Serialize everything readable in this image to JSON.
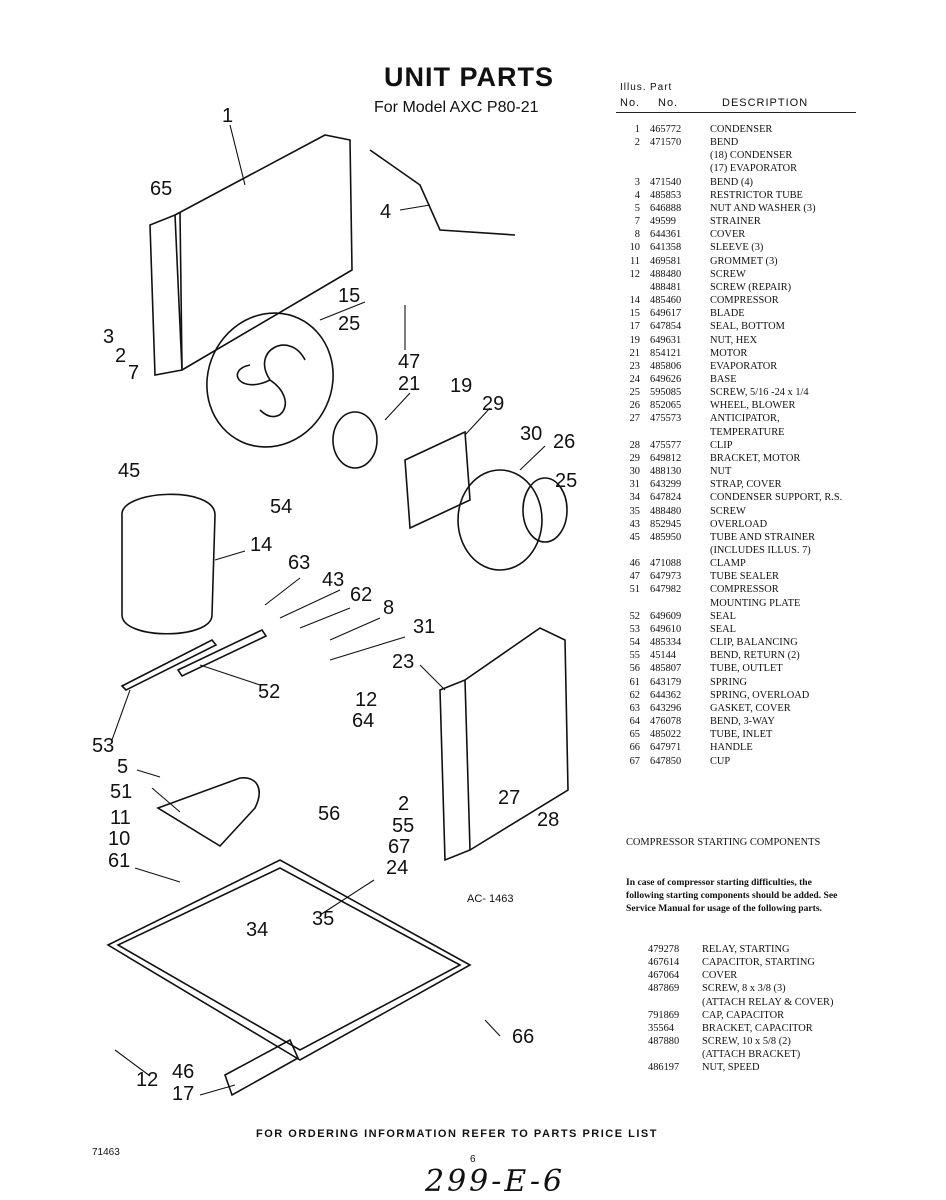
{
  "header": {
    "title": "UNIT PARTS",
    "subtitle": "For Model AXC P80-21",
    "col1": "Illus.",
    "col1b": "No.",
    "col2": "Part",
    "col2b": "No.",
    "col3": "DESCRIPTION"
  },
  "parts": [
    {
      "illus": "1",
      "part": "465772",
      "desc": "CONDENSER"
    },
    {
      "illus": "2",
      "part": "471570",
      "desc": "BEND"
    },
    {
      "illus": "",
      "part": "",
      "desc": "(18) CONDENSER"
    },
    {
      "illus": "",
      "part": "",
      "desc": "(17) EVAPORATOR"
    },
    {
      "illus": "3",
      "part": "471540",
      "desc": "BEND (4)"
    },
    {
      "illus": "4",
      "part": "485853",
      "desc": "RESTRICTOR TUBE"
    },
    {
      "illus": "5",
      "part": "646888",
      "desc": "NUT AND WASHER (3)"
    },
    {
      "illus": "7",
      "part": "49599",
      "desc": "STRAINER"
    },
    {
      "illus": "8",
      "part": "644361",
      "desc": "COVER"
    },
    {
      "illus": "10",
      "part": "641358",
      "desc": "SLEEVE (3)"
    },
    {
      "illus": "11",
      "part": "469581",
      "desc": "GROMMET (3)"
    },
    {
      "illus": "12",
      "part": "488480",
      "desc": "SCREW"
    },
    {
      "illus": "",
      "part": "488481",
      "desc": "SCREW (REPAIR)"
    },
    {
      "illus": "14",
      "part": "485460",
      "desc": "COMPRESSOR"
    },
    {
      "illus": "15",
      "part": "649617",
      "desc": "BLADE"
    },
    {
      "illus": "17",
      "part": "647854",
      "desc": "SEAL, BOTTOM"
    },
    {
      "illus": "19",
      "part": "649631",
      "desc": "NUT, HEX"
    },
    {
      "illus": "21",
      "part": "854121",
      "desc": "MOTOR"
    },
    {
      "illus": "23",
      "part": "485806",
      "desc": "EVAPORATOR"
    },
    {
      "illus": "24",
      "part": "649626",
      "desc": "BASE"
    },
    {
      "illus": "25",
      "part": "595085",
      "desc": "SCREW, 5/16 -24 x 1/4"
    },
    {
      "illus": "26",
      "part": "852065",
      "desc": "WHEEL, BLOWER"
    },
    {
      "illus": "27",
      "part": "475573",
      "desc": "ANTICIPATOR,"
    },
    {
      "illus": "",
      "part": "",
      "desc": "TEMPERATURE"
    },
    {
      "illus": "28",
      "part": "475577",
      "desc": "CLIP"
    },
    {
      "illus": "29",
      "part": "649812",
      "desc": "BRACKET, MOTOR"
    },
    {
      "illus": "30",
      "part": "488130",
      "desc": "NUT"
    },
    {
      "illus": "31",
      "part": "643299",
      "desc": "STRAP, COVER"
    },
    {
      "illus": "34",
      "part": "647824",
      "desc": "CONDENSER SUPPORT, R.S."
    },
    {
      "illus": "35",
      "part": "488480",
      "desc": "SCREW"
    },
    {
      "illus": "43",
      "part": "852945",
      "desc": "OVERLOAD"
    },
    {
      "illus": "45",
      "part": "485950",
      "desc": "TUBE AND STRAINER"
    },
    {
      "illus": "",
      "part": "",
      "desc": "(INCLUDES ILLUS. 7)"
    },
    {
      "illus": "46",
      "part": "471088",
      "desc": "CLAMP"
    },
    {
      "illus": "47",
      "part": "647973",
      "desc": "TUBE SEALER"
    },
    {
      "illus": "51",
      "part": "647982",
      "desc": "COMPRESSOR"
    },
    {
      "illus": "",
      "part": "",
      "desc": "MOUNTING PLATE"
    },
    {
      "illus": "52",
      "part": "649609",
      "desc": "SEAL"
    },
    {
      "illus": "53",
      "part": "649610",
      "desc": "SEAL"
    },
    {
      "illus": "54",
      "part": "485334",
      "desc": "CLIP, BALANCING"
    },
    {
      "illus": "55",
      "part": "45144",
      "desc": "BEND, RETURN (2)"
    },
    {
      "illus": "56",
      "part": "485807",
      "desc": "TUBE, OUTLET"
    },
    {
      "illus": "61",
      "part": "643179",
      "desc": "SPRING"
    },
    {
      "illus": "62",
      "part": "644362",
      "desc": "SPRING, OVERLOAD"
    },
    {
      "illus": "63",
      "part": "643296",
      "desc": "GASKET, COVER"
    },
    {
      "illus": "64",
      "part": "476078",
      "desc": "BEND, 3-WAY"
    },
    {
      "illus": "65",
      "part": "485022",
      "desc": "TUBE, INLET"
    },
    {
      "illus": "66",
      "part": "647971",
      "desc": "HANDLE"
    },
    {
      "illus": "67",
      "part": "647850",
      "desc": "CUP"
    }
  ],
  "compressor_starting": {
    "heading": "COMPRESSOR STARTING COMPONENTS",
    "note": "In case of compressor starting difficulties, the following starting components should be added. See Service Manual for usage of the following parts.",
    "items": [
      {
        "part": "479278",
        "desc": "RELAY, STARTING"
      },
      {
        "part": "467614",
        "desc": "CAPACITOR, STARTING"
      },
      {
        "part": "467064",
        "desc": "COVER"
      },
      {
        "part": "487869",
        "desc": "SCREW, 8 x 3/8 (3)"
      },
      {
        "part": "",
        "desc": "(ATTACH RELAY & COVER)"
      },
      {
        "part": "791869",
        "desc": "CAP, CAPACITOR"
      },
      {
        "part": "35564",
        "desc": "BRACKET, CAPACITOR"
      },
      {
        "part": "487880",
        "desc": "SCREW, 10 x 5/8 (2)"
      },
      {
        "part": "",
        "desc": "(ATTACH BRACKET)"
      },
      {
        "part": "486197",
        "desc": "NUT, SPEED"
      }
    ]
  },
  "diagram": {
    "drawing_code": "AC- 1463",
    "callouts": [
      "1",
      "65",
      "4",
      "3",
      "2",
      "7",
      "15",
      "25",
      "47",
      "21",
      "19",
      "29",
      "30",
      "26",
      "25",
      "45",
      "54",
      "14",
      "63",
      "43",
      "62",
      "8",
      "31",
      "23",
      "12",
      "64",
      "52",
      "53",
      "5",
      "51",
      "11",
      "10",
      "61",
      "56",
      "2",
      "55",
      "27",
      "28",
      "67",
      "24",
      "34",
      "35",
      "66",
      "12",
      "46",
      "17"
    ]
  },
  "footer": {
    "ordering": "FOR ORDERING INFORMATION REFER TO PARTS PRICE LIST",
    "doc_number": "71463",
    "page_number": "6",
    "handwritten": "299-E-6"
  }
}
